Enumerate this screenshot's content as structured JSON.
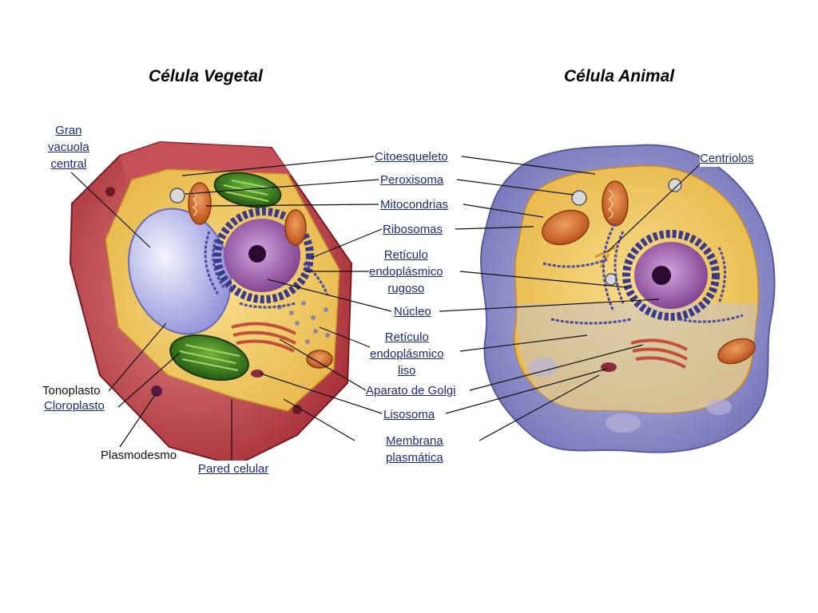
{
  "titles": {
    "plant": "Célula Vegetal",
    "animal": "Célula Animal"
  },
  "labels": {
    "gran_vacuola_central": [
      "Gran",
      "vacuola",
      "central"
    ],
    "citoesqueleto": "Citoesqueleto",
    "peroxisoma": "Peroxisoma",
    "mitocondrias": "Mitocondrias",
    "ribosomas": "Ribosomas",
    "reticulo_rugoso": [
      "Retículo",
      "endoplásmico",
      "rugoso"
    ],
    "nucleo": "Núcleo",
    "reticulo_liso": [
      "Retículo",
      "endoplásmico",
      "liso"
    ],
    "aparato_de_golgi": "Aparato de Golgi",
    "lisosoma": "Lisosoma",
    "membrana_plasmatica": [
      "Membrana",
      "plasmática"
    ],
    "centriolos": "Centriolos",
    "tonoplasto": "Tonoplasto",
    "cloroplasto": "Cloroplasto",
    "plasmodesmo": "Plasmodesmo",
    "pared_celular": "Pared celular"
  },
  "colors": {
    "cell_wall": "#b9373f",
    "cytoplasm": "#f2c85a",
    "vacuole": "#c8c8f2",
    "nucleus": "#9a5aa8",
    "chloroplast": "#3b7a22",
    "mitochondria": "#d2662a",
    "er": "#4a4aa0",
    "animal_outer": "#9a9ad2",
    "label_text": "#1e2a7c"
  }
}
